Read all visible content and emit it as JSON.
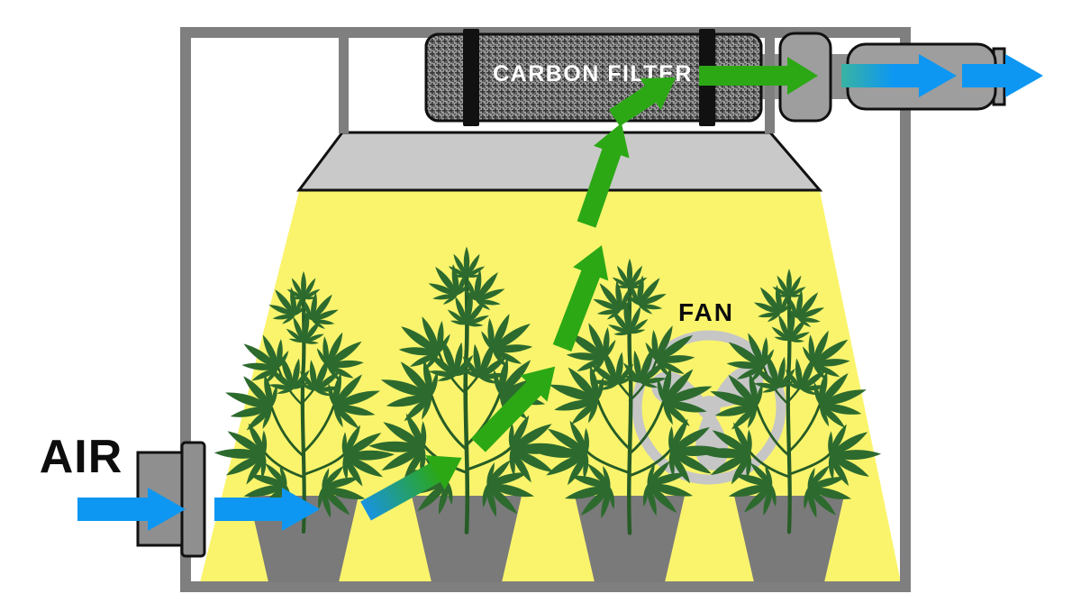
{
  "diagram": {
    "labels": {
      "air": "AIR",
      "carbon_filter": "CARBON FILTER",
      "fan": "FAN"
    },
    "icons": [
      "air-intake-vent",
      "air-inflow-arrow",
      "airflow-up-arrow",
      "grow-light-reflector",
      "light-cone",
      "cannabis-plant",
      "plant-pot",
      "fan-icon",
      "carbon-filter",
      "filter-strap",
      "inline-fan",
      "exhaust-duct",
      "air-outflow-arrow"
    ],
    "colors": {
      "background": "#ffffff",
      "frame_gray": "#7f7f7f",
      "light_yellow": "#faf46c",
      "reflector_gray": "#c9c9c9",
      "arrow_green": "#2ca815",
      "arrow_blue": "#0d97f2",
      "arrow_teal": "#3ab3a2",
      "plant_green": "#2d6a2e",
      "plant_stem": "#265c26",
      "pot_gray": "#7a7a7a",
      "fan_gray": "#c6c6c6",
      "duct_gray": "#9e9e9e",
      "intake_gray": "#8f8f8f",
      "filter_gray": "#9a9a9a",
      "outline_black": "#111111",
      "filter_text": "#ffffff",
      "label_black": "#0d0d0d"
    }
  }
}
